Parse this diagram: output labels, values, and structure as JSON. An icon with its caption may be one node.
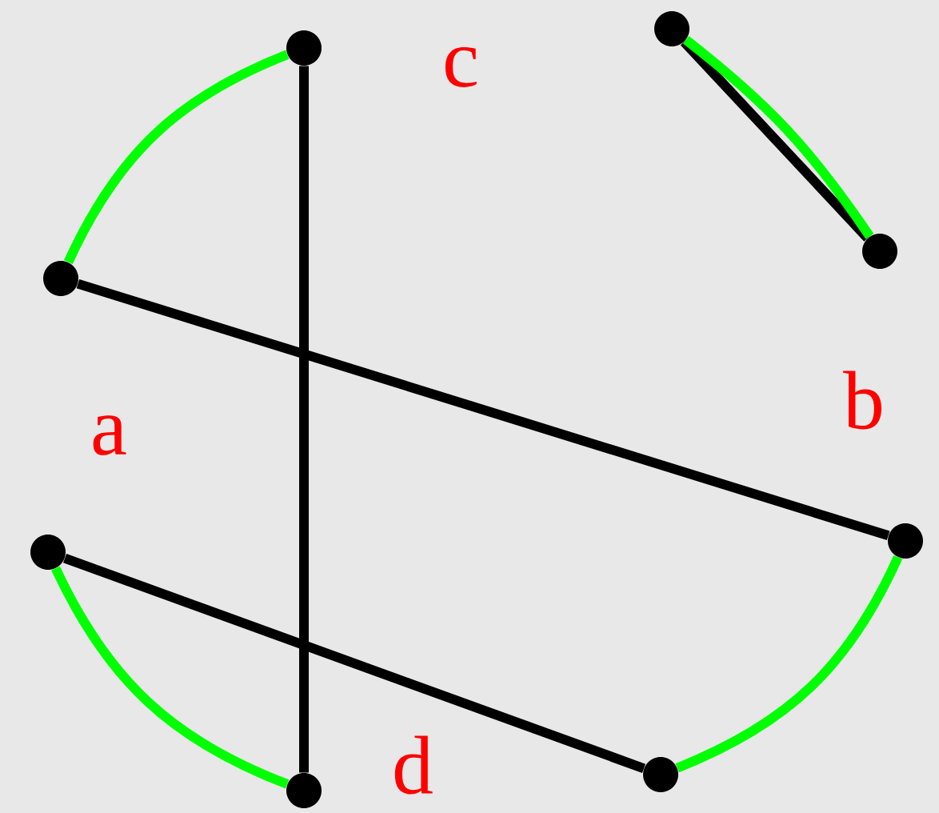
{
  "diagram": {
    "nodes": [
      {
        "text": [],
        "shape": "circle"
      },
      {
        "text": [],
        "shape": "circle"
      },
      {
        "text": [],
        "shape": "circle"
      },
      {
        "text": [],
        "shape": "circle"
      },
      {
        "text": [],
        "shape": "circle"
      },
      {
        "text": [],
        "shape": "circle"
      },
      {
        "text": [],
        "shape": "circle"
      },
      {
        "text": [],
        "shape": "circle"
      }
    ],
    "edges": [
      {
        "from": 0,
        "to": 6,
        "arrow": "none",
        "color": "#000000"
      },
      {
        "from": 1,
        "to": 3,
        "arrow": "none",
        "color": "#000000"
      },
      {
        "from": 2,
        "to": 5,
        "arrow": "none",
        "color": "#000000"
      },
      {
        "from": 4,
        "to": 7,
        "arrow": "none",
        "color": "#000000"
      },
      {
        "from": 2,
        "to": 0,
        "arrow": "none",
        "color": "#00ff00"
      },
      {
        "from": 1,
        "to": 3,
        "arrow": "none",
        "color": "#00ff00"
      },
      {
        "from": 5,
        "to": 7,
        "arrow": "none",
        "color": "#00ff00"
      },
      {
        "from": 4,
        "to": 6,
        "arrow": "none",
        "color": "#00ff00"
      }
    ],
    "labels": [
      "c",
      "a",
      "b",
      "d"
    ]
  }
}
